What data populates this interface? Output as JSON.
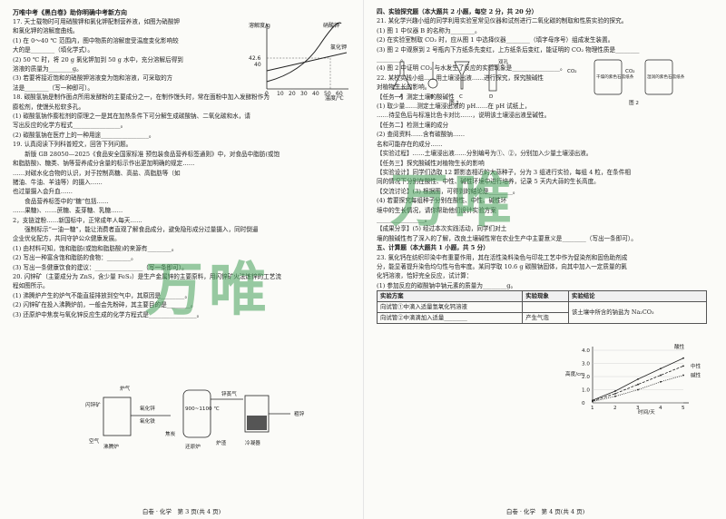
{
  "colors": {
    "watermark": "#46a05a",
    "ink": "#222222"
  },
  "left_page": {
    "header": "万唯中考《黑白卷》助你明确中考新方向",
    "footer": "白卷 · 化学　第 3 页(共 4 页)",
    "lines": [
      "17. 天士载物时可用硝酸钾和氯化钾配制营养液，如图为硝酸钾",
      "和氯化钾的溶解度曲线。",
      "(1) 在 0～40 ℃ 范围内，图中物质的溶解度受温度变化影响较",
      "大的是________（填化学式）。",
      "(2) 50 ℃ 时，将 20 g 氯化钾加到 50 g 水中，充分溶解后得到",
      "溶液的质量为________g。",
      "(3) 若要将接近饱和的硝酸钾溶液变为饱和溶液，可采取的方",
      "法是________（写一种即可）。",
      "18. 碳酸氢钠是制作面点所用发酵粉的主要成分之一，在制作馒头时，常在面粉中加入发酵粉作为",
      "膨松剂，使馒头松软多孔。",
      "(1) 碳酸氢钠作膨松剂的原理之一是其在加热条件下可分解生成碳酸钠、二氧化碳和水，请",
      "写出反应的化学方程式________________。",
      "(2) 碳酸氢钠在医疗上的一种用途________________。",
      "19. 认真阅读下列科普短文，回答下列问题。",
      "　　新版 GB 28050—2025《食品安全国家标准 预包装食品营养标签通则》中，对食品中脂肪(或饱",
      "和脂肪酸)、糖类、钠等营养成分含量的标示作出更加明确的规定……",
      "……对碳水化合物的认识，对于控制高糖、高盐、高脂肪等（如",
      "猪油、牛油、羊油等）的摄入……",
      "也过量摄入会升血……",
      "　　食品营养标签中的“糖”包括……",
      "……果糖)、……蔗糖、麦芽糖、乳糖……",
      "2，支链淀粉……新国标中，正常成年人每天……",
      "　　强制标示“一油一糖”，能让消费者直观了解食品成分，避免隐形成分过量摄入，同时倒逼",
      "企业优化配方，共同守护公众健康发展。",
      "(1) 由材料可知，饱和脂肪(或饱和脂肪酸)的来源有________。",
      "(2) 写出一种富含饱和脂肪的食物：________。",
      "(3) 写出一条健康饮食的建议：________________（写一条即可）。",
      "20. 闪锌矿（主要成分为 ZnS，含少量 FeS₂）是生产金属锌的主要原料，用闪锌矿火法炼锌的工艺流",
      "程如图所示。",
      "",
      "",
      "",
      "",
      "",
      "",
      "",
      "(1) 沸腾炉产生的炉气不能直接排放到空气中，其原因是________。",
      "(2) 闪锌矿在投入沸腾炉前，一般会先粉碎，其主要目的是________。",
      "(3) 还原炉中焦炭与氧化锌反应生成的化学方程式是________________。"
    ]
  },
  "solubility_chart": {
    "ylabel": "溶解度/g",
    "xlabel": "温度/℃",
    "y_ticks": [
      "42.6",
      "40"
    ],
    "x_ticks": [
      "0",
      "10",
      "20",
      "30",
      "40",
      "50",
      "60"
    ],
    "series_names": [
      "硝酸钾",
      "氯化钾"
    ]
  },
  "process_flow": {
    "labels": {
      "ore": "闪锌矿",
      "air": "空气",
      "furnace1": "沸腾炉",
      "gas": "炉气",
      "zno": "氧化锌",
      "feo": "氧化铁",
      "coke": "焦炭",
      "temp": "900~1100 ℃",
      "furnace2": "还原炉",
      "slag": "炉渣",
      "zinc_vapor": "锌蒸气",
      "condenser": "冷凝器",
      "crude_zinc": "粗锌"
    }
  },
  "right_page": {
    "footer": "白卷 · 化学　第 4 页(共 4 页)",
    "lines": [
      "四、实验探究题（本大题共 2 小题，每空 2 分，共 20 分）",
      "21. 某化学兴趣小组的同学利用实验室常见仪器和试剂进行二氧化碳的制取和性质实验的探究。",
      "",
      "",
      "",
      "",
      "",
      "(1) 图 1 中仪器 B 的名称为________。",
      "(2) 在实验室制取 CO₂ 时，应从图 1 中选择仪器________（填字母序号）组成发生装置。",
      "(3) 图 2 中观察到 2 号瓶内下方纸条先变红，上方纸条后变红，能证明的 CO₂ 物理性质是________",
      "________。",
      "(4) 图 2 中证明 CO₂ 与水发生了反应的实验现象是________________。",
      "22. 某校实践小组……用土壤浸出液……进行探究，探究酸碱性",
      "对植物生长的影响。",
      "【任务一】测定土壤的酸碱性",
      "(1) 取少量……测定土壤浸出液的 pH……在 pH 试纸上，",
      "……待显色后与标准比色卡对比……，说明该土壤浸出液呈碱性。",
      "【任务二】检测土壤的成分",
      "(2) 查阅资料……含有碳酸钠……",
      "名和可能存在的成分……",
      "【实验过程】……土壤浸出液……分别编号为①、②，分别加入少量土壤浸出液。",
      "",
      "",
      "",
      "",
      "",
      "【任务三】探究酸碱性对植物生长的影响",
      "【实验设计】同学们选取 12 颗影态相近的大蒜种子，分为 3 组进行实验，每组 4 粒，在条件相",
      "同的情况下分别在酸性、中性、碱性环境中进行培养，记录 5 天内大蒜的生长高度。",
      "【交流讨论】(3) 根据图，可得到的结论是________。",
      "",
      "(4) 若要探究每组种子分别在酸性、中性、碱性环",
      "境中的生长情况，请你帮助他们设计实验方案",
      "________________。",
      "【成果分享】(5) 经过本次实践活动，同学们对土",
      "壤的酸碱性有了深入的了解，改良土壤碱性常在农业生产中主要意义是________（写出一条即可）。",
      "五、计算题（本大题共 1 小题，共 5 分）",
      "23. 氯化钙在纺织印染中有重要作用，其在活性染料染色与印花工艺中作为促染剂和固色助剂成",
      "分，能显著提升染色均匀性与色牢度。某同学取 10.6 g 碳酸钠固体，向其中加入一定质量的氯",
      "化钙溶液，恰好完全反应，试计算：",
      "(1) 参加反应的碳酸钠中钠元素的质量为________g。",
      "(2) 反应生成碳酸钙沉淀的质量为多少 g？（写出计算过程及结果）"
    ]
  },
  "apparatus": {
    "labels": {
      "a": "A",
      "b": "B",
      "c": "C",
      "d": "D",
      "fig1": "图 1",
      "fig2": "图 2",
      "kongji": "双孔",
      "co2": "CO₂",
      "dry": "干燥的紫色石蕊纸条",
      "wet": "湿润的紫色石蕊纸条"
    }
  },
  "experiment_table": {
    "headers": [
      "实验方案",
      "实验现象",
      "实验结论"
    ],
    "rows": [
      [
        "向试管①中滴入适量氢氧化钙溶液",
        "",
        "该土壤中所含的钠盐为 Na₂CO₃"
      ],
      [
        "向试管②中滴滴加入适量________",
        "产生气泡",
        ""
      ]
    ]
  },
  "growth_chart": {
    "type": "line",
    "ylabel": "高度/cm",
    "xlabel": "时间/天",
    "x": [
      1,
      2,
      3,
      4,
      5
    ],
    "y_ticks": [
      "0",
      "1.0",
      "2.0",
      "3.0",
      "4.0"
    ],
    "series": [
      {
        "name": "酸性",
        "values": [
          0.2,
          0.9,
          1.8,
          2.6,
          3.4
        ]
      },
      {
        "name": "中性",
        "values": [
          0.15,
          0.7,
          1.4,
          2.1,
          2.8
        ]
      },
      {
        "name": "碱性",
        "values": [
          0.1,
          0.5,
          1.0,
          1.6,
          2.1
        ]
      }
    ],
    "ylim": [
      0,
      4.0
    ]
  },
  "watermark": {
    "text1": "万唯",
    "text2": "万唯"
  }
}
